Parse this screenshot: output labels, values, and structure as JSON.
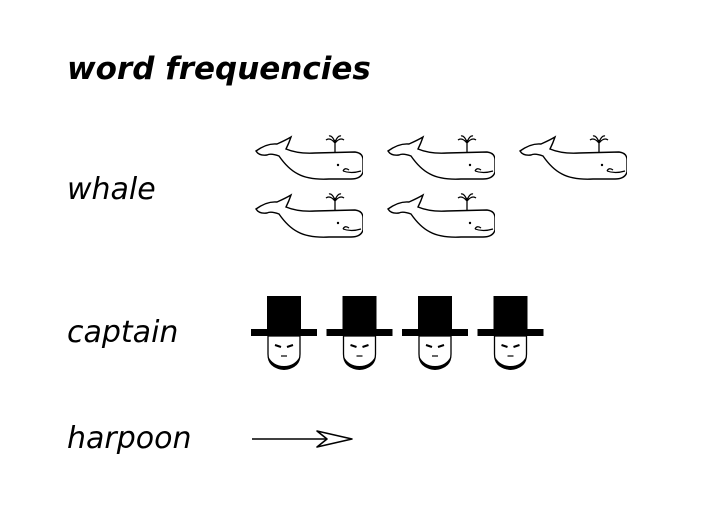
{
  "chart_data": {
    "type": "pictograph",
    "title": "word frequencies",
    "categories": [
      "whale",
      "captain",
      "harpoon"
    ],
    "values": [
      5,
      4,
      1
    ],
    "icons": [
      "whale-icon",
      "captain-icon",
      "harpoon-icon"
    ]
  }
}
